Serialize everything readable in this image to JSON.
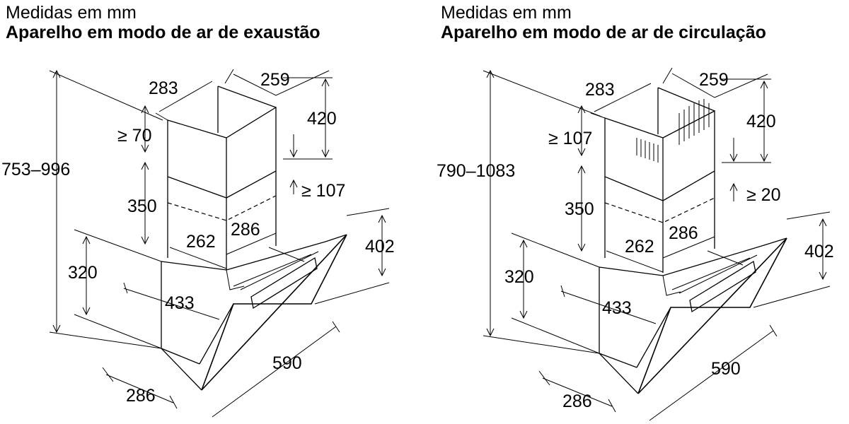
{
  "left": {
    "subtitle": "Medidas em mm",
    "title": "Aparelho em modo de ar de exaustão",
    "dims": {
      "chimney_w": "283",
      "chimney_d": "259",
      "height_total": "753–996",
      "upper_gap": "≥ 70",
      "upper_h": "420",
      "gap_right": "≥ 107",
      "lower_h": "350",
      "inner_w": "262",
      "inner_d": "286",
      "body_h": "320",
      "side_h": "402",
      "body_d": "433",
      "width": "590",
      "depth": "286"
    }
  },
  "right": {
    "subtitle": "Medidas em mm",
    "title": "Aparelho em modo de ar de circulação",
    "dims": {
      "chimney_w": "283",
      "chimney_d": "259",
      "height_total": "790–1083",
      "upper_gap": "≥ 107",
      "upper_h": "420",
      "gap_right": "≥ 20",
      "lower_h": "350",
      "inner_w": "262",
      "inner_d": "286",
      "body_h": "320",
      "side_h": "402",
      "body_d": "433",
      "width": "590",
      "depth": "286"
    }
  }
}
